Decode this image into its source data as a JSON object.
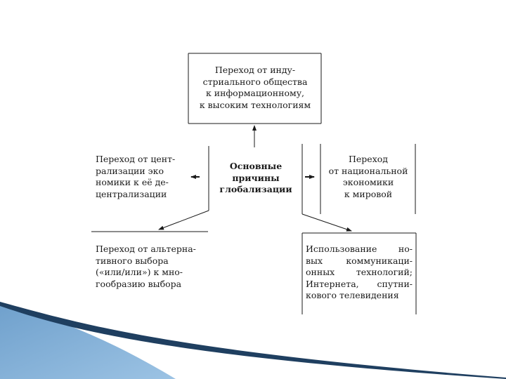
{
  "diagram": {
    "center": {
      "label": "Основные\nпричины\nглобализации"
    },
    "top": {
      "label": "Переход от инду-\nстриального общества\nк информационному,\nк высоким технологиям"
    },
    "left": {
      "label": "Переход от цент-\nрализации эко\nномики к её де-\nцентрализации"
    },
    "right": {
      "label": "Переход\nот национальной\nэкономики\nк мировой"
    },
    "bottom_left": {
      "label": "Переход от альтерна-\nтивного выбора\n(«или/или») к мно-\nгообразию выбора"
    },
    "bottom_right": {
      "lines": [
        "Использование но-",
        "вых коммуникаци-",
        "онных технологий;",
        "Интернета, спутни-",
        "кового телевидения"
      ]
    }
  },
  "colors": {
    "line": "#1a1a1a",
    "decor_dark": "#1f3f60",
    "decor_light": "#6fa0cc"
  }
}
